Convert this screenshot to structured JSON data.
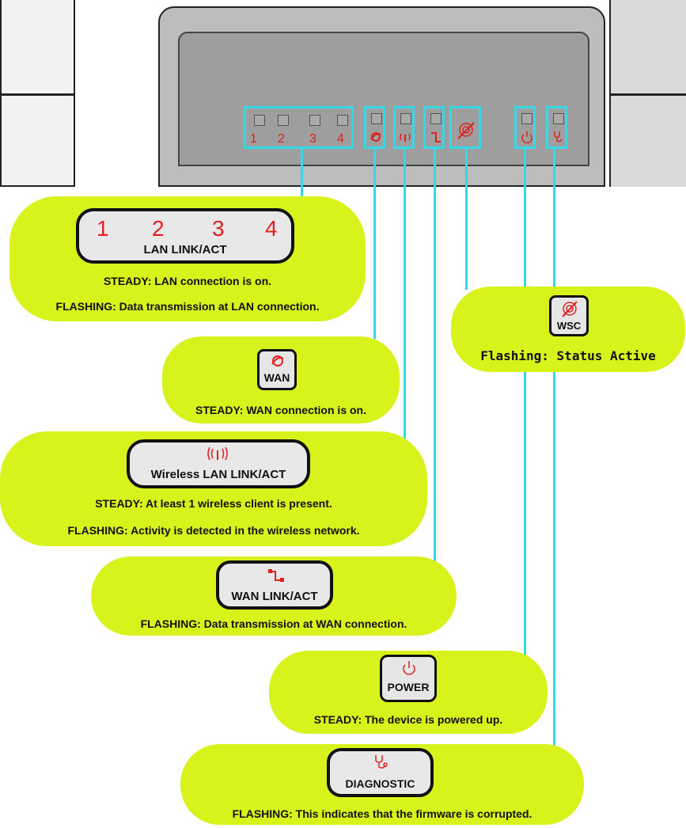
{
  "device": {
    "led_numbers": [
      "1",
      "2",
      "3",
      "4"
    ],
    "icons": [
      "wan-globe-icon",
      "wireless-antenna-icon",
      "wan-link-icon",
      "wsc-fingerprint-icon",
      "power-icon",
      "diagnostic-stethoscope-icon"
    ]
  },
  "callouts": {
    "lan": {
      "numbers": [
        "1",
        "2",
        "3",
        "4"
      ],
      "label": "LAN LINK/ACT",
      "steady": "STEADY: LAN connection is on.",
      "flashing": "FLASHING: Data transmission at LAN connection."
    },
    "wan": {
      "label": "WAN",
      "steady": "STEADY: WAN connection is on."
    },
    "wireless": {
      "label": "Wireless LAN LINK/ACT",
      "steady": "STEADY: At least 1 wireless client is present.",
      "flashing": "FLASHING: Activity is detected in the wireless network."
    },
    "wan_link": {
      "label": "WAN LINK/ACT",
      "flashing": "FLASHING: Data transmission at WAN connection."
    },
    "power": {
      "label": "POWER",
      "steady": "STEADY: The device is powered up."
    },
    "diagnostic": {
      "label": "DIAGNOSTIC",
      "flashing": "FLASHING: This indicates that the firmware is corrupted."
    },
    "wsc": {
      "label": "WSC",
      "flashing": "Flashing: Status Active"
    }
  },
  "colors": {
    "bubble": "#d8f21b",
    "connector": "#35d8e6",
    "icon_red": "#e02020"
  }
}
